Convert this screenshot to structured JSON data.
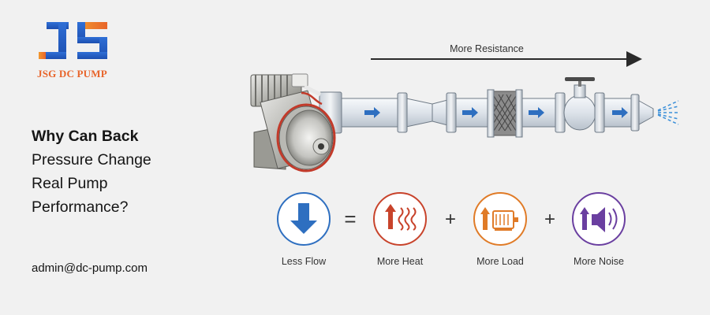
{
  "brand": {
    "name": "JSG DC PUMP"
  },
  "headline": {
    "line1": "Why Can Back",
    "line2": "Pressure Change",
    "line3": "Real Pump",
    "line4": "Performance?"
  },
  "email": "admin@dc-pump.com",
  "diagram": {
    "resistance_label": "More Resistance",
    "effects": [
      {
        "label": "Less Flow",
        "icon": "down-arrow-icon",
        "color": "#2e6fc0"
      },
      {
        "label": "More Heat",
        "icon": "heat-icon",
        "color": "#c8432b"
      },
      {
        "label": "More Load",
        "icon": "motor-load-icon",
        "color": "#e07b27"
      },
      {
        "label": "More Noise",
        "icon": "speaker-noise-icon",
        "color": "#6a3fa0"
      }
    ],
    "operators": [
      "=",
      "+",
      "+"
    ]
  }
}
